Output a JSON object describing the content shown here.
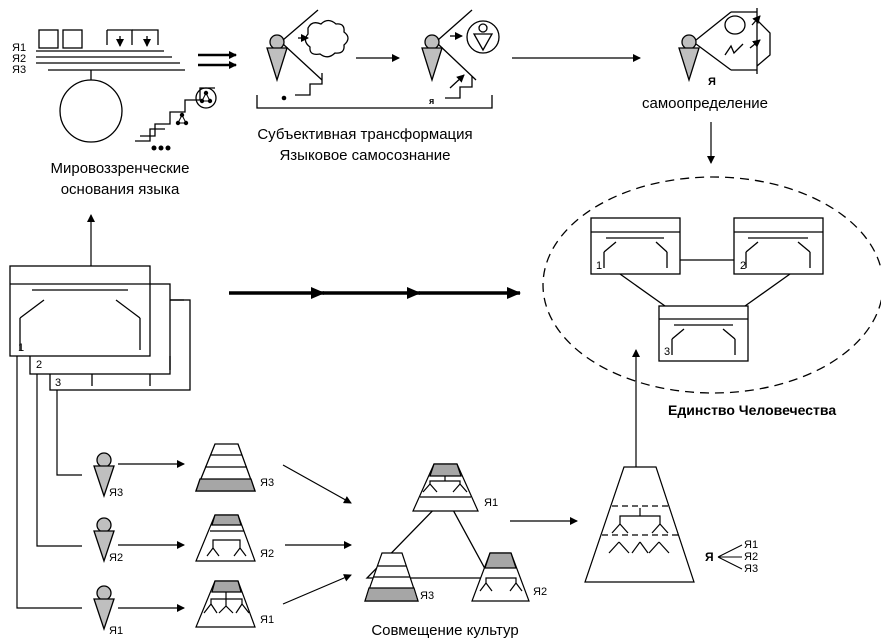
{
  "labels": {
    "worldview_line1": "Мировоззренческие",
    "worldview_line2": "основания языка",
    "subjective_line1": "Субъективная трансформация",
    "subjective_line2": "Языковое самосознание",
    "self_determination": "самоопределение",
    "self_letter": "Я",
    "unity": "Единство Человечества",
    "combination": "Совмещение культур",
    "ya1": "Я1",
    "ya2": "Я2",
    "ya3": "Я3",
    "ya_bold": "Я",
    "num1": "1",
    "num2": "2",
    "num3": "3"
  },
  "colors": {
    "stroke": "#000000",
    "figure_fill": "#bfbfbf",
    "band_fill": "#a6a6a6"
  }
}
